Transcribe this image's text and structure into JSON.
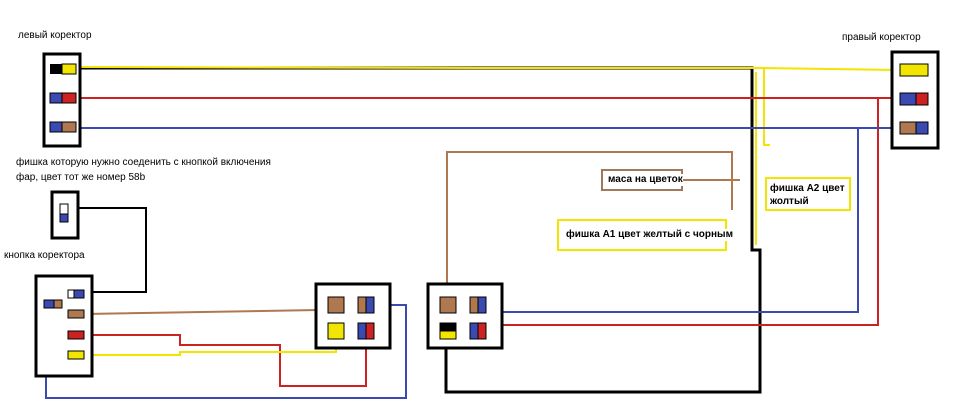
{
  "labels": {
    "left_corrector": "левый коректор",
    "right_corrector": "правый коректор",
    "plug_note_line1": "фишка которую нужно соеденить с кнопкой включения",
    "plug_note_line2": "фар, цвет тот же номер 58b",
    "corrector_button": "кнопка коректора",
    "ground": "маса на цветок",
    "a1_plug": "фишка А1 цвет желтый с чорным",
    "a2_plug_line1": "фишка А2 цвет",
    "a2_plug_line2": "жолтый"
  },
  "colors": {
    "yellow": "#f2e600",
    "red": "#cc2222",
    "blue": "#3a4ab0",
    "brown": "#b07850",
    "black": "#000000",
    "label_border_brown": "#a0785a",
    "label_border_yellow": "#f2e600"
  }
}
